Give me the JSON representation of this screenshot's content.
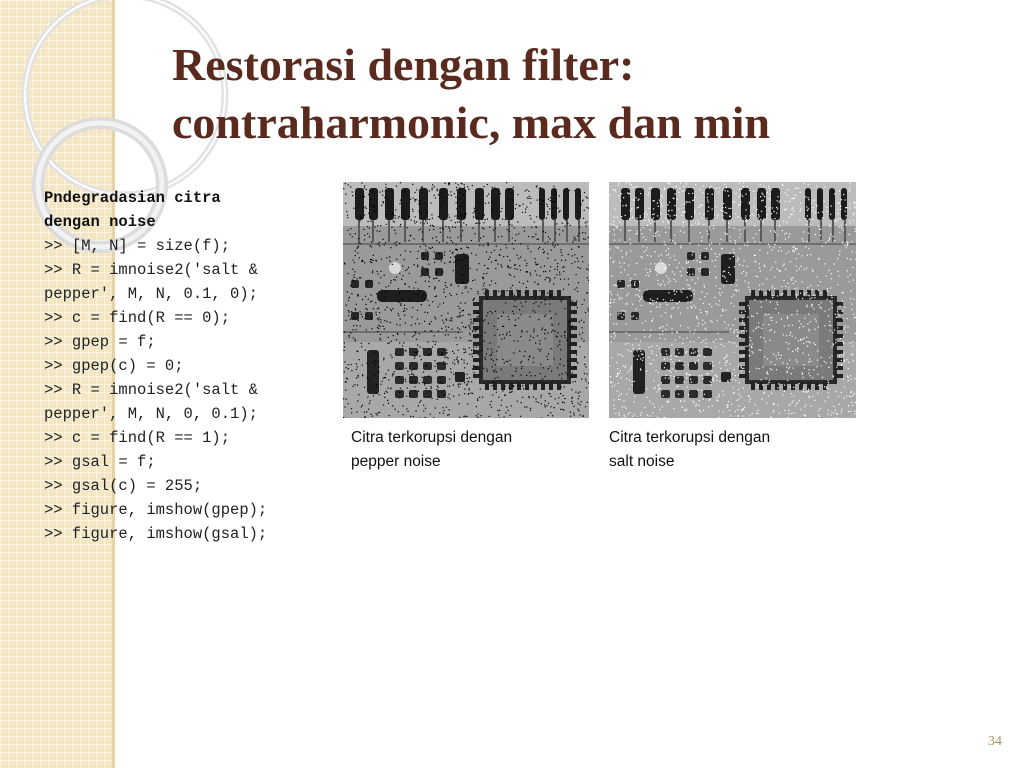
{
  "slide": {
    "title_line1": "Restorasi dengan filter:",
    "title_line2": "contraharmonic, max dan min",
    "page_number": "34"
  },
  "code": {
    "heading_line1": "Pndegradasian citra",
    "heading_line2": "dengan noise",
    "lines": [
      ">> [M, N] = size(f);",
      ">> R = imnoise2('salt &",
      "pepper', M, N, 0.1, 0);",
      ">> c = find(R == 0);",
      ">> gpep = f;",
      ">> gpep(c) = 0;",
      ">> R = imnoise2('salt &",
      "pepper', M, N, 0, 0.1);",
      ">> c = find(R == 1);",
      ">> gsal = f;",
      ">> gsal(c) = 255;",
      ">> figure, imshow(gpep);",
      ">> figure, imshow(gsal);"
    ]
  },
  "figures": [
    {
      "caption_line1": "Citra terkorupsi dengan",
      "caption_line2": "pepper noise",
      "noise": "pepper"
    },
    {
      "caption_line1": "Citra terkorupsi dengan",
      "caption_line2": "salt noise",
      "noise": "salt"
    }
  ],
  "colors": {
    "title": "#5a2a1e",
    "strip": "#f4e6c2"
  }
}
